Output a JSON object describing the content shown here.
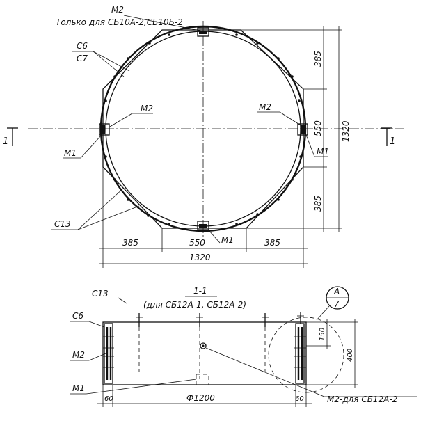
{
  "plan": {
    "note_top": "Только для СБ10А-2,СБ10Б-2",
    "labels": {
      "m2_top": "М2",
      "c6": "С6",
      "c7": "С7",
      "m2_left": "М2",
      "m2_right": "М2",
      "m1_left": "М1",
      "m1_right": "М1",
      "m1_bottom": "М1",
      "c13": "С13"
    },
    "section_marks": {
      "left": "1",
      "right": "1"
    },
    "dims_horizontal": [
      "385",
      "550",
      "385"
    ],
    "dim_total_horizontal": "1320",
    "dims_vertical": [
      "385",
      "550",
      "385"
    ],
    "dim_total_vertical": "1320"
  },
  "section": {
    "title": "1-1",
    "subtitle": "(для СБ12А-1, СБ12А-2)",
    "labels": {
      "c13": "С13",
      "c6": "С6",
      "m2": "М2",
      "m1": "М1",
      "m2_note": "М2-для СБ12А-2"
    },
    "callout": {
      "top": "А",
      "bottom": "7"
    },
    "dim_150": "150",
    "dim_400": "400",
    "dim_left": "60",
    "dim_diameter": "Ф1200",
    "dim_right": "60"
  }
}
